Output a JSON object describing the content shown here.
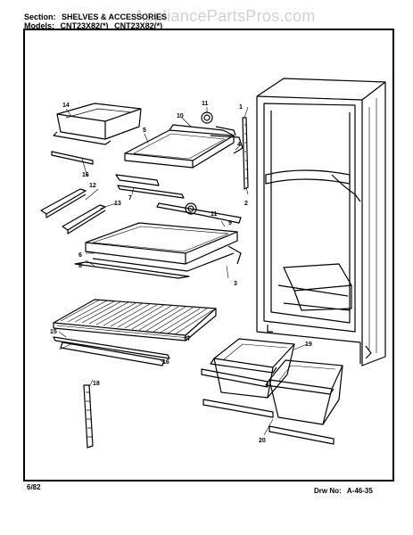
{
  "header": {
    "section_label": "Section:",
    "section_value": "SHELVES & ACCESSORIES",
    "models_label": "Models:",
    "model_1": "CNT23X82(*)",
    "model_2": "CNT23X82(*)"
  },
  "watermark": "AppliancePartsPros.com",
  "footer": {
    "date": "6/82",
    "drawing_label": "Drw No:",
    "drawing_number": "A-46-35"
  },
  "callouts": [
    "1",
    "2",
    "3",
    "4",
    "5",
    "6",
    "7",
    "8",
    "9",
    "10",
    "11",
    "11",
    "12",
    "13",
    "14",
    "15",
    "16",
    "16",
    "17",
    "18",
    "19",
    "20",
    "21"
  ]
}
